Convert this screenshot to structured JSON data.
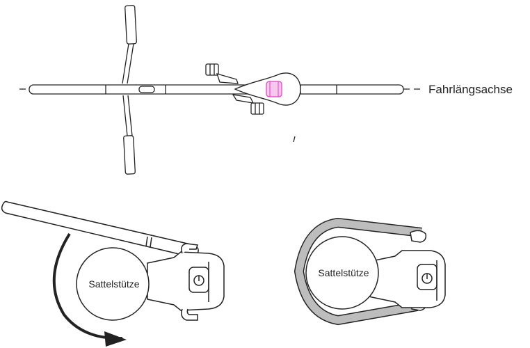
{
  "labels": {
    "axis": "Fahrlängsachse",
    "seatpost_left": "Sattelstütze",
    "seatpost_right": "Sattelstütze"
  },
  "colors": {
    "line": "#222222",
    "accent": "#e83cc4",
    "accent_fill": "#f6c8ec",
    "cable": "#bdbdbd"
  },
  "icons": {
    "rotation": "curved-arrow-icon",
    "button": "power-button-icon"
  }
}
